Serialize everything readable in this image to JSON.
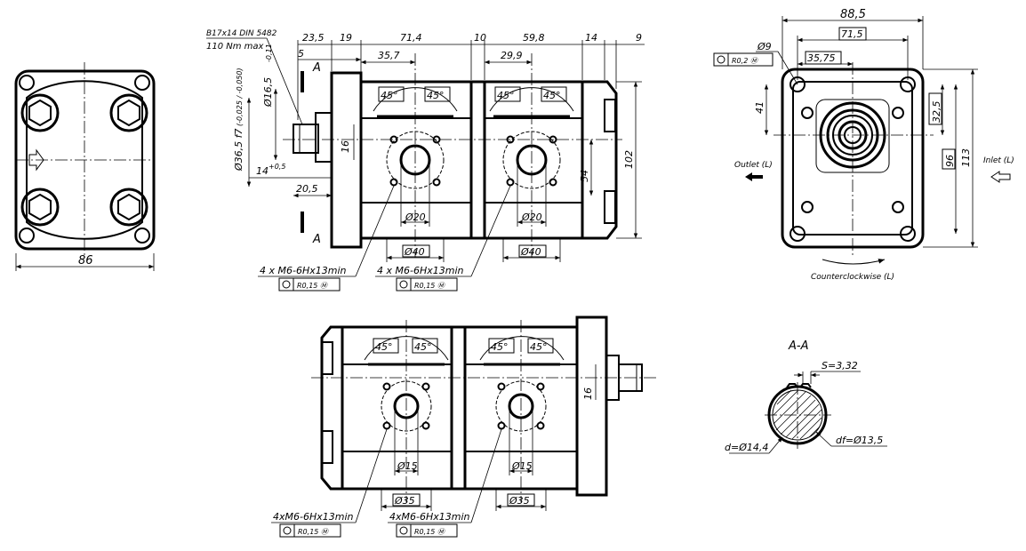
{
  "drawing": {
    "rear_view": {
      "width_dim": "86"
    },
    "side_view": {
      "shaft_spec": "B17x14 DIN 5482",
      "torque": "110 Nm max",
      "top_dims": [
        "23,5",
        "19",
        "71,4",
        "10",
        "59,8",
        "14",
        "9"
      ],
      "dim_5": "5",
      "dim_35_7": "35,7",
      "dim_29_9": "29,9",
      "section_mark": "A",
      "angle_45": "45°",
      "shaft_dia": "Ø16,5",
      "shaft_dia_tol": "-0,11",
      "pilot_dia": "Ø36,5 f7",
      "pilot_tol": "(-0,025 / -0,050)",
      "dim_14": "14",
      "dim_14_tol": "+0,5",
      "dim_20_5": "20,5",
      "dim_16": "16",
      "dim_54": "54",
      "dim_102": "102",
      "port_dia_in": "Ø20",
      "port_dia_out": "Ø40",
      "thread_note": "4 x M6-6Hx13min",
      "position_tol": "R0,15 Ⓜ"
    },
    "front_view": {
      "dim_88_5": "88,5",
      "dim_71_5": "71,5",
      "dim_35_75": "35,75",
      "hole_dia": "Ø9",
      "hole_tol": "R0,2 Ⓜ",
      "dim_41": "41",
      "dim_32_5": "32,5",
      "dim_96": "96",
      "dim_113": "113",
      "outlet": "Outlet (L)",
      "inlet": "Inlet (L)",
      "rotation": "Counterclockwise (L)"
    },
    "bottom_view": {
      "dim_16": "16",
      "port_dia_in": "Ø15",
      "port_dia_out": "Ø35",
      "thread_note": "4xM6-6Hx13min",
      "position_tol": "R0,15 Ⓜ"
    },
    "section_aa": {
      "title": "A-A",
      "s": "S=3,32",
      "d": "d=Ø14,4",
      "df": "df=Ø13,5"
    }
  }
}
